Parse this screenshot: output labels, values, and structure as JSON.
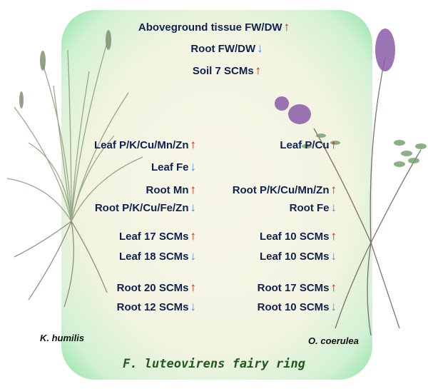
{
  "top": [
    {
      "text": "Aboveground tissue FW/DW",
      "dir": "up"
    },
    {
      "text": "Root FW/DW",
      "dir": "down"
    },
    {
      "text": "Soil 7 SCMs",
      "dir": "up"
    }
  ],
  "left": [
    {
      "text": "Leaf P/K/Cu/Mn/Zn",
      "dir": "up"
    },
    {
      "text": "Leaf Fe",
      "dir": "down"
    },
    {
      "text": "Root Mn",
      "dir": "up"
    },
    {
      "text": "Root P/K/Cu/Fe/Zn",
      "dir": "down"
    },
    {
      "text": "Leaf 17 SCMs",
      "dir": "up"
    },
    {
      "text": "Leaf 18 SCMs",
      "dir": "down"
    },
    {
      "text": "Root 20 SCMs",
      "dir": "up"
    },
    {
      "text": "Root 12 SCMs",
      "dir": "down"
    }
  ],
  "right": [
    {
      "text": "Leaf P/Cu",
      "dir": "up"
    },
    {
      "text": "Root P/K/Cu/Mn/Zn",
      "dir": "up"
    },
    {
      "text": "Root Fe",
      "dir": "down"
    },
    {
      "text": "Leaf 10 SCMs",
      "dir": "up"
    },
    {
      "text": "Leaf 10 SCMs",
      "dir": "down"
    },
    {
      "text": "Root 17 SCMs",
      "dir": "up"
    },
    {
      "text": "Root 10 SCMs",
      "dir": "down"
    }
  ],
  "species_left": "K. humilis",
  "species_right": "O. coerulea",
  "caption": "F. luteovirens fairy ring",
  "colors": {
    "up": "#e01010",
    "down": "#4a8fd6",
    "text": "#10204f"
  }
}
